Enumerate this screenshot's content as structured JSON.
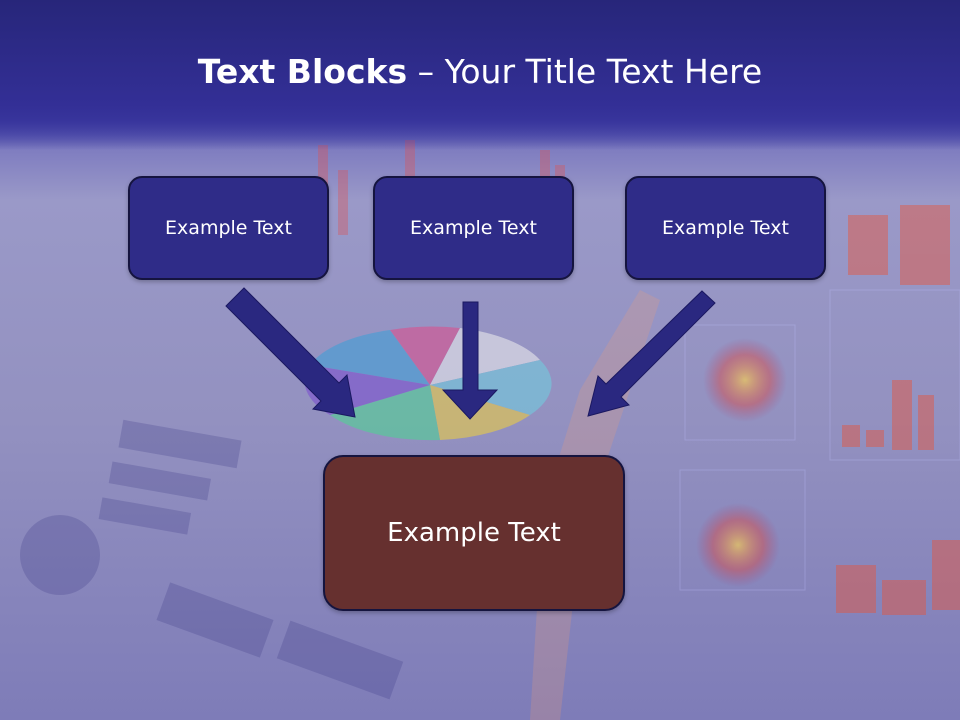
{
  "title": {
    "bold": "Text Blocks",
    "separator": " – ",
    "rest": "Your Title Text Here"
  },
  "blocks": [
    {
      "label": "Example Text"
    },
    {
      "label": "Example Text"
    },
    {
      "label": "Example Text"
    }
  ],
  "main_block": {
    "label": "Example Text"
  },
  "colors": {
    "title_bar": "#2f2c8e",
    "block_fill": "#2f2c88",
    "main_block_fill": "#66302f",
    "arrow": "#2a2880",
    "border": "#15143f"
  }
}
